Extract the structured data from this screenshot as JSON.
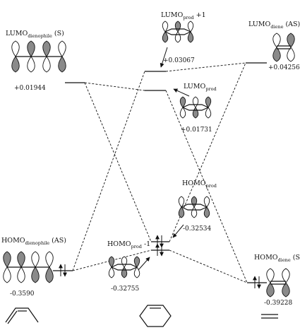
{
  "diagram": {
    "orbitals": [
      {
        "id": "lumo-dienophile",
        "label_main": "LUMO",
        "label_sub": "dienophile",
        "label_suffix": " (S)",
        "energy": "+0.01944"
      },
      {
        "id": "homo-dienophile",
        "label_main": "HOMO",
        "label_sub": "dienophile",
        "label_suffix": " (AS)",
        "energy": "-0.3590"
      },
      {
        "id": "lumo-prod-plus1",
        "label_main": "LUMO",
        "label_sub": "prod",
        "label_suffix": " +1",
        "energy": "+0.03067"
      },
      {
        "id": "lumo-prod",
        "label_main": "LUMO",
        "label_sub": "prod",
        "label_suffix": "",
        "energy": "+0.01731"
      },
      {
        "id": "homo-prod",
        "label_main": "HOMO",
        "label_sub": "prod",
        "label_suffix": "",
        "energy": "-0.32534"
      },
      {
        "id": "homo-prod-minus1",
        "label_main": "HOMO",
        "label_sub": "prod",
        "label_suffix": " -1",
        "energy": "-0.32755"
      },
      {
        "id": "lumo-diene",
        "label_main": "LUMO",
        "label_sub": "diene",
        "label_suffix": " (AS)",
        "energy": "+0.04256"
      },
      {
        "id": "homo-diene",
        "label_main": "HOMO",
        "label_sub": "diene",
        "label_suffix": " (S)",
        "energy": "-0.39228"
      }
    ],
    "molecules": [
      "butadiene",
      "cyclohexene",
      "ethylene"
    ]
  }
}
